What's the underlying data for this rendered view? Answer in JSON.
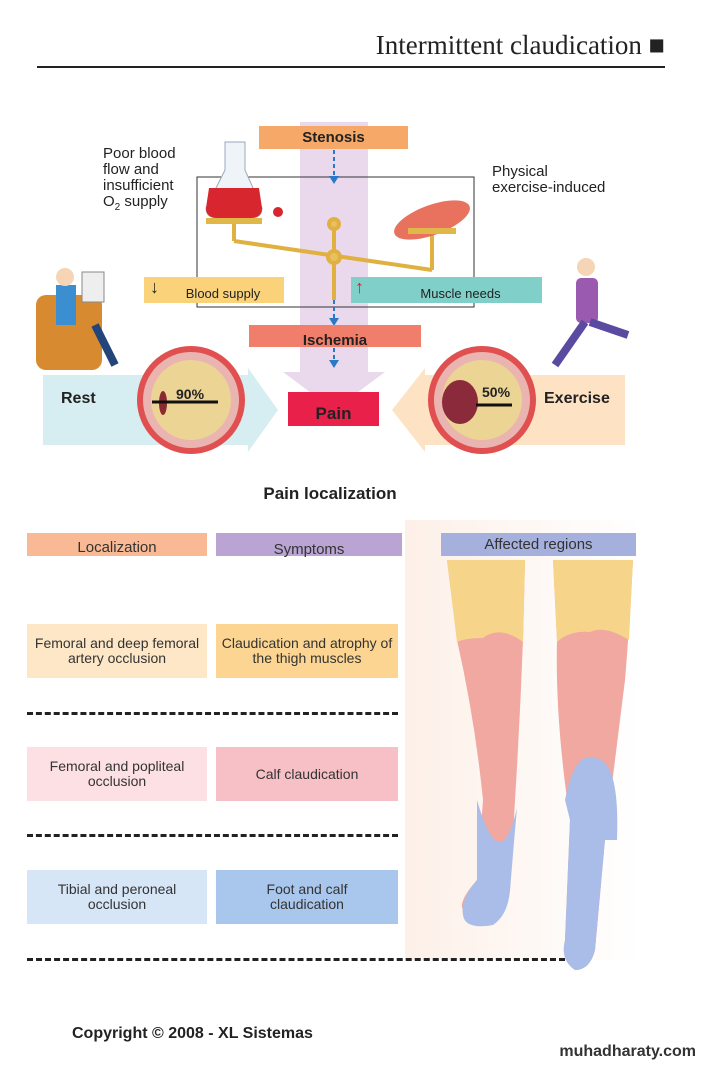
{
  "header": {
    "title": "Intermittent claudication ■"
  },
  "top_diagram": {
    "stenosis": "Stenosis",
    "poor_blood": [
      "Poor blood",
      "flow and",
      "insufficient"
    ],
    "o2_supply": "O",
    "o2_sub": "2",
    "o2_supply_rest": " supply",
    "flask_label": "O2",
    "physical": [
      "Physical",
      "exercise-induced"
    ],
    "blood_supply": "Blood supply",
    "muscle_needs": "Muscle needs",
    "ischemia": "Ischemia",
    "pain": "Pain",
    "rest": "Rest",
    "exercise": "Exercise",
    "rest_stenosis": "90%",
    "exercise_stenosis": "50%"
  },
  "pain_localization": {
    "title": "Pain localization",
    "headers": [
      "Localization",
      "Symptoms",
      "Affected regions"
    ],
    "rows": [
      {
        "localization": "Femoral and deep femoral artery occlusion",
        "symptoms": "Claudication and atrophy of the thigh muscles"
      },
      {
        "localization": "Femoral and popliteal occlusion",
        "symptoms": "Calf claudication"
      },
      {
        "localization": "Tibial and peroneal occlusion",
        "symptoms": "Foot and calf claudication"
      }
    ]
  },
  "footer": {
    "copyright": "Copyright © 2008 - XL Sistemas",
    "watermark": "muhadharaty.com"
  },
  "colors": {
    "stenosis": "#f5a868",
    "blood_supply": "#f9d27a",
    "muscle_needs": "#80cfc8",
    "ischemia": "#f07e6a",
    "pain": "#e8204a",
    "rest": "#d6eef2",
    "exercise": "#fde3c4"
  }
}
